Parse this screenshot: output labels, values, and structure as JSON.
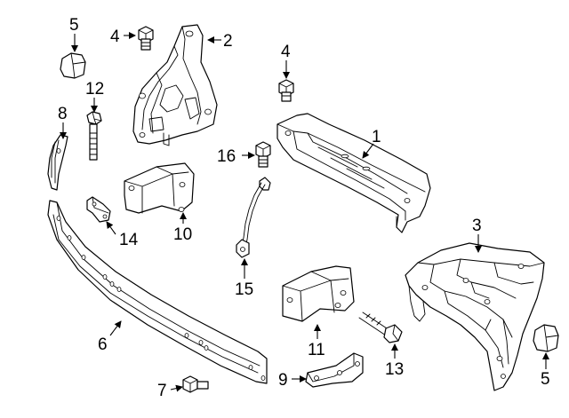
{
  "diagram": {
    "callouts": [
      {
        "id": "c1",
        "label": "1"
      },
      {
        "id": "c2",
        "label": "2"
      },
      {
        "id": "c3",
        "label": "3"
      },
      {
        "id": "c4a",
        "label": "4"
      },
      {
        "id": "c4b",
        "label": "4"
      },
      {
        "id": "c5a",
        "label": "5"
      },
      {
        "id": "c5b",
        "label": "5"
      },
      {
        "id": "c6",
        "label": "6"
      },
      {
        "id": "c7",
        "label": "7"
      },
      {
        "id": "c8",
        "label": "8"
      },
      {
        "id": "c9",
        "label": "9"
      },
      {
        "id": "c10",
        "label": "10"
      },
      {
        "id": "c11",
        "label": "11"
      },
      {
        "id": "c12",
        "label": "12"
      },
      {
        "id": "c13",
        "label": "13"
      },
      {
        "id": "c14",
        "label": "14"
      },
      {
        "id": "c15",
        "label": "15"
      },
      {
        "id": "c16",
        "label": "16"
      }
    ]
  }
}
